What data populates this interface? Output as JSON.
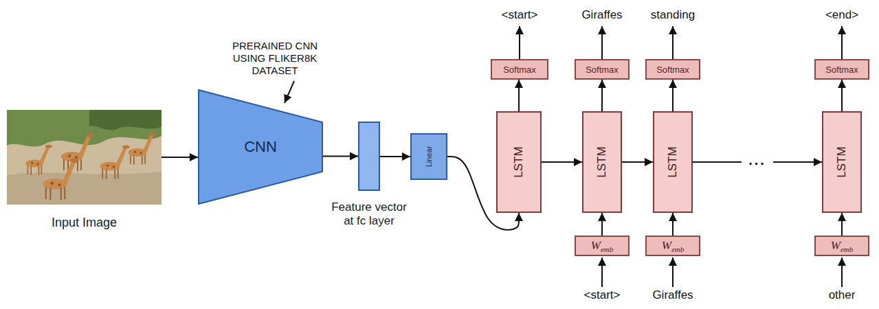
{
  "diagram": {
    "nodes": [
      {
        "text": [
          "Input Image"
        ]
      },
      {
        "text": [
          "CNN"
        ]
      },
      {
        "text": [
          "Feature vector at fc layer"
        ]
      },
      {
        "text": [
          "Linear"
        ]
      },
      {
        "text": [
          "LSTM"
        ]
      },
      {
        "text": [
          "LSTM"
        ]
      },
      {
        "text": [
          "LSTM"
        ]
      },
      {
        "text": [
          "LSTM"
        ]
      },
      {
        "text": [
          "Softmax"
        ]
      },
      {
        "text": [
          "Softmax"
        ]
      },
      {
        "text": [
          "Softmax"
        ]
      },
      {
        "text": [
          "Softmax"
        ]
      },
      {
        "text": [
          "W",
          "emb"
        ]
      },
      {
        "text": [
          "W",
          "emb"
        ]
      },
      {
        "text": [
          "W",
          "emb"
        ]
      }
    ],
    "edges": [
      {
        "from": 0,
        "to": 1,
        "arrow": "to"
      },
      {
        "from": 1,
        "to": 2,
        "arrow": "to"
      },
      {
        "from": 2,
        "to": 3,
        "arrow": "to"
      },
      {
        "from": 3,
        "to": 4,
        "arrow": "to"
      },
      {
        "from": 4,
        "to": 5,
        "arrow": "to"
      },
      {
        "from": 5,
        "to": 6,
        "arrow": "to"
      },
      {
        "from": 6,
        "to": 7,
        "label": "...",
        "arrow": "to"
      },
      {
        "from": 4,
        "to": 8,
        "arrow": "to"
      },
      {
        "from": 5,
        "to": 9,
        "arrow": "to"
      },
      {
        "from": 6,
        "to": 10,
        "arrow": "to"
      },
      {
        "from": 7,
        "to": 11,
        "arrow": "to"
      },
      {
        "from": 12,
        "to": 5,
        "arrow": "to"
      },
      {
        "from": 13,
        "to": 6,
        "arrow": "to"
      },
      {
        "from": 14,
        "to": 7,
        "arrow": "to"
      }
    ],
    "labels": [
      "PRERAINED CNN USING FLIKER8K DATASET",
      "<start>",
      "Giraffes",
      "standing",
      "<end>",
      "<start>",
      "Giraffes",
      "other"
    ]
  }
}
